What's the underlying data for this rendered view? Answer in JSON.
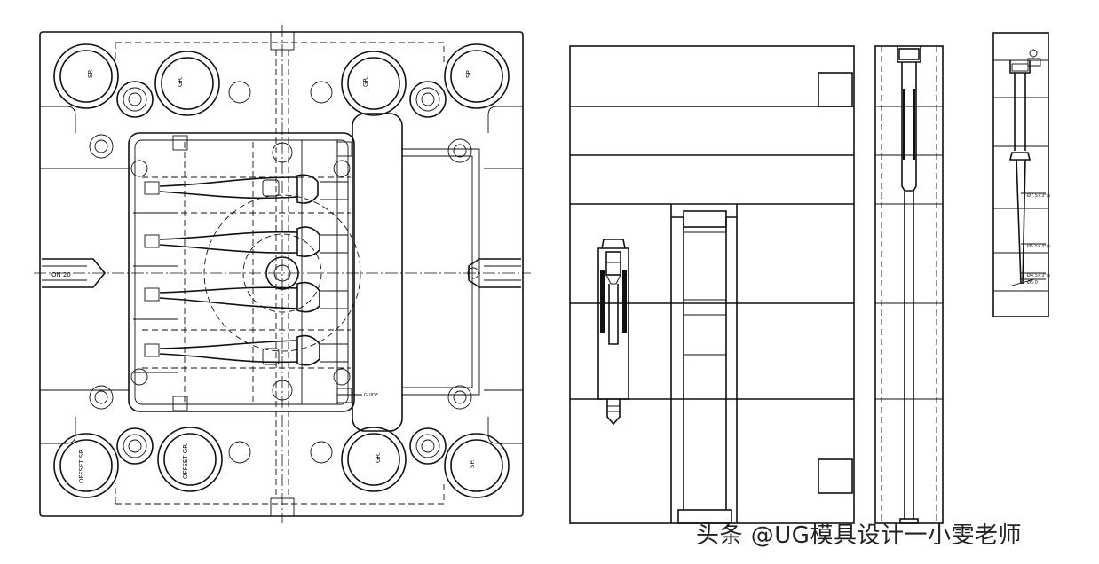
{
  "plan_view": {
    "circle_labels": [
      "SP.",
      "GR.",
      "GR.",
      "SP.",
      "OFFSET SP.",
      "OFFSET GR.",
      "GR.",
      "SP."
    ],
    "side_label": "ON 20",
    "runner_tag": "GUIDE"
  },
  "detail_view": {
    "dims": [
      "Ø7.5×3°/s",
      "Ø5.5×3°/s",
      "Ø4.5×3°/s",
      "Ø5.0"
    ]
  },
  "watermark": "头条 @UG模具设计一小雯老师"
}
